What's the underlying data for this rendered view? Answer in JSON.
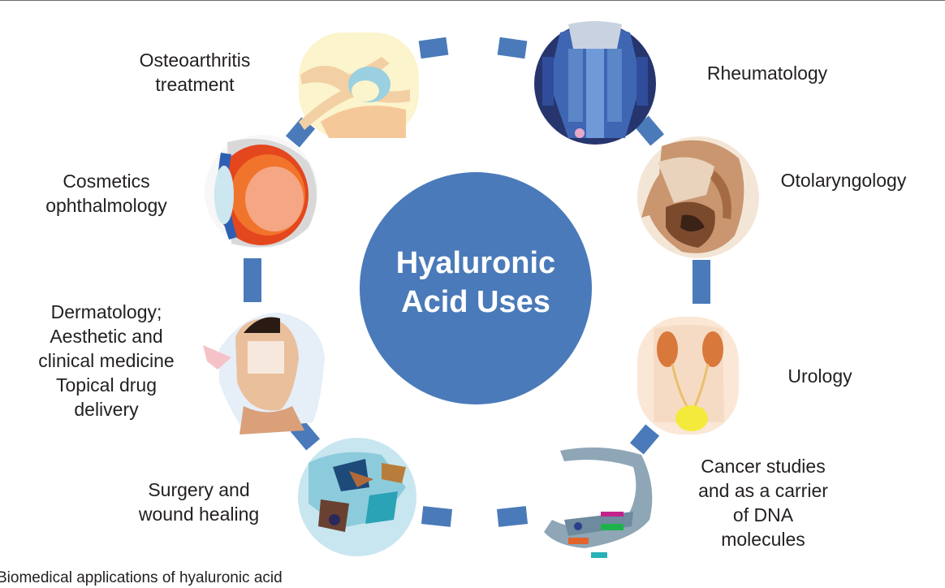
{
  "center": {
    "title_line1": "Hyaluronic",
    "title_line2": "Acid Uses",
    "color": "#4a7ab9"
  },
  "connector_color": "#4a7ab9",
  "applications": {
    "osteoarthritis": {
      "lines": [
        "Osteoarthritis",
        "treatment"
      ],
      "icon": "knee-joint-icon"
    },
    "rheumatology": {
      "lines": [
        "Rheumatology"
      ],
      "icon": "skeleton-body-icon"
    },
    "otolaryngology": {
      "lines": [
        "Otolaryngology"
      ],
      "icon": "head-anatomy-icon"
    },
    "cosmetics": {
      "lines": [
        "Cosmetics",
        "ophthalmology"
      ],
      "icon": "eye-cross-section-icon"
    },
    "urology": {
      "lines": [
        "Urology"
      ],
      "icon": "urinary-system-icon"
    },
    "dermatology": {
      "lines": [
        "Dermatology;",
        "Aesthetic and",
        "clinical medicine",
        "Topical drug",
        "delivery"
      ],
      "icon": "face-skin-icon"
    },
    "surgery": {
      "lines": [
        "Surgery and",
        "wound healing"
      ],
      "icon": "wound-tissue-icon"
    },
    "cancer": {
      "lines": [
        "Cancer studies",
        "and as a carrier",
        "of DNA",
        "molecules"
      ],
      "icon": "dna-carrier-icon"
    }
  },
  "caption": "Biomedical applications of hyaluronic acid"
}
